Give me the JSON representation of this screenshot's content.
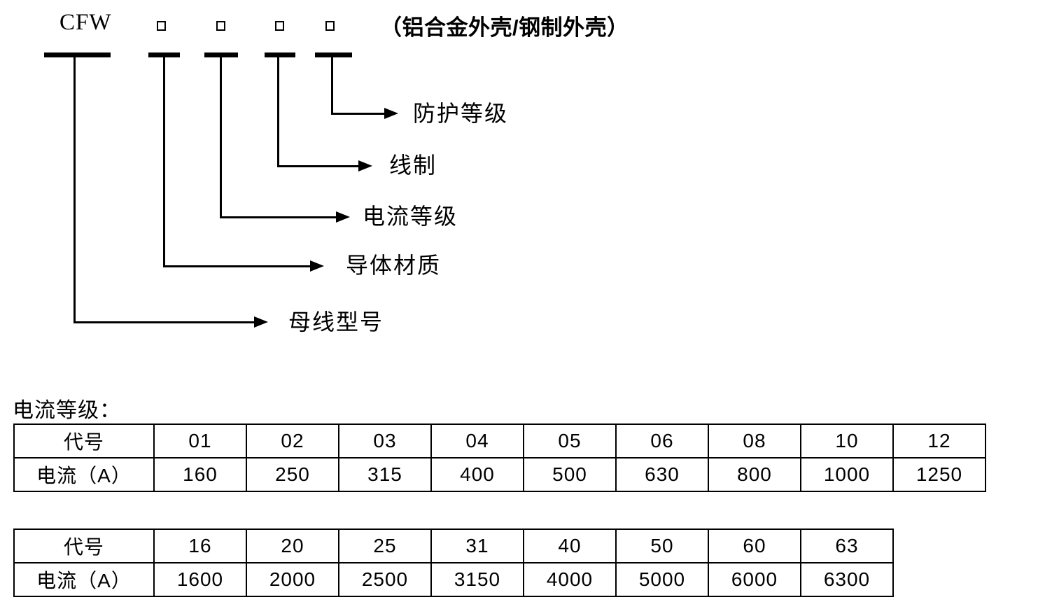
{
  "diagram": {
    "model_prefix": "CFW",
    "housing_note": "（铝合金外壳/钢制外壳）",
    "branch_labels": {
      "protection_grade": "防护等级",
      "wire_system": "线制",
      "current_grade": "电流等级",
      "conductor_material": "导体材质",
      "busbar_model": "母线型号"
    }
  },
  "section_heading": "电流等级：",
  "table1": {
    "row1_label": "代号",
    "row2_label": "电流（A）",
    "codes": [
      "01",
      "02",
      "03",
      "04",
      "05",
      "06",
      "08",
      "10",
      "12"
    ],
    "currents": [
      "160",
      "250",
      "315",
      "400",
      "500",
      "630",
      "800",
      "1000",
      "1250"
    ]
  },
  "table2": {
    "row1_label": "代号",
    "row2_label": "电流（A）",
    "codes": [
      "16",
      "20",
      "25",
      "31",
      "40",
      "50",
      "60",
      "63"
    ],
    "currents": [
      "1600",
      "2000",
      "2500",
      "3150",
      "4000",
      "5000",
      "6000",
      "6300"
    ]
  }
}
